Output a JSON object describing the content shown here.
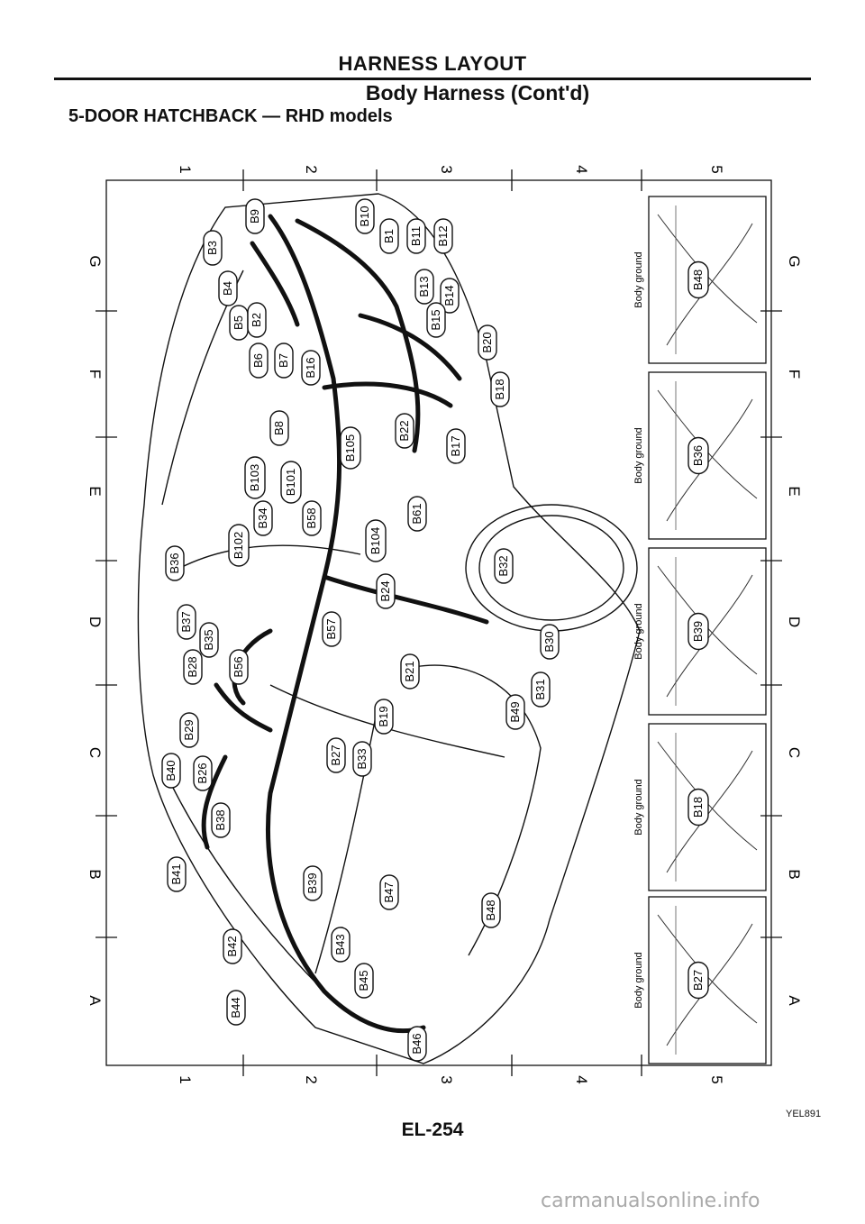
{
  "header": {
    "title": "HARNESS LAYOUT",
    "subtitle": "Body Harness (Cont'd)",
    "models": "5-DOOR HATCHBACK — RHD models"
  },
  "grid": {
    "columns": [
      "1",
      "2",
      "3",
      "4",
      "5"
    ],
    "rows": [
      "G",
      "F",
      "E",
      "D",
      "C",
      "B",
      "A"
    ]
  },
  "connectors": [
    "B9",
    "B10",
    "B1",
    "B11",
    "B12",
    "B3",
    "B4",
    "B13",
    "B14",
    "B5",
    "B2",
    "B15",
    "B20",
    "B6",
    "B7",
    "B18",
    "B16",
    "B8",
    "B22",
    "B17",
    "B103",
    "B105",
    "B101",
    "B102",
    "B34",
    "B58",
    "B61",
    "B36",
    "B104",
    "B32",
    "B24",
    "B37",
    "B35",
    "B57",
    "B30",
    "B56",
    "B28",
    "B21",
    "B31",
    "B29",
    "B19",
    "B27",
    "B33",
    "B40",
    "B26",
    "B49",
    "B38",
    "B47",
    "B48",
    "B41",
    "B39",
    "B43",
    "B42",
    "B45",
    "B44",
    "B46"
  ],
  "ground_views": [
    {
      "label": "Body ground",
      "connector": "B48"
    },
    {
      "label": "Body ground",
      "connector": "B36"
    },
    {
      "label": "Body ground",
      "connector": "B39"
    },
    {
      "label": "Body ground",
      "connector": "B18"
    },
    {
      "label": "Body ground",
      "connector": "B27"
    }
  ],
  "footer": {
    "page": "EL-254",
    "code": "YEL891",
    "watermark": "carmanualsonline.info"
  }
}
